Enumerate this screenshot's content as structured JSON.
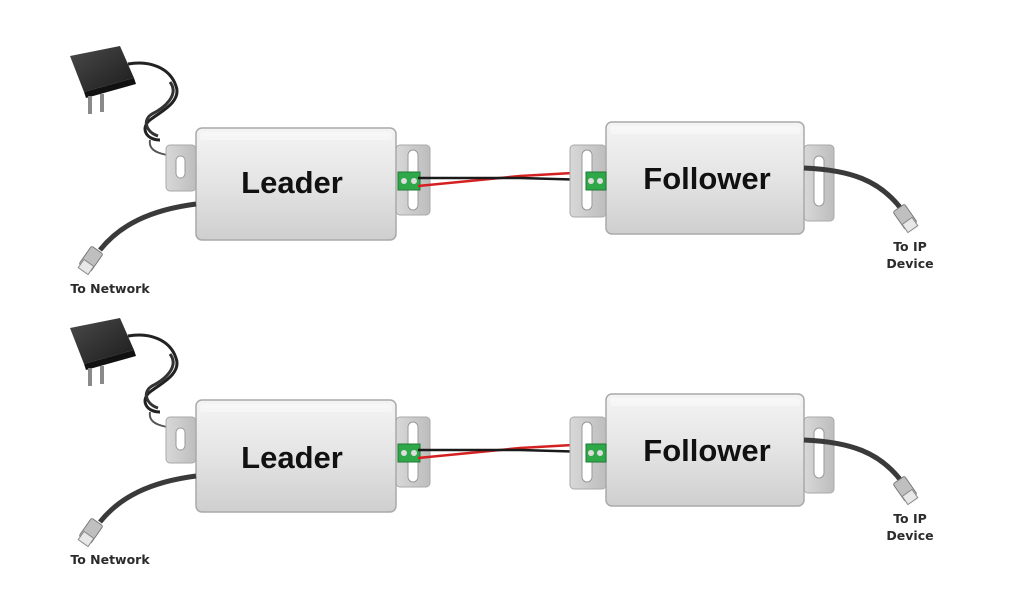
{
  "rows": [
    {
      "leader_label": "Leader",
      "follower_label": "Follower",
      "network_label": "To Network",
      "ip_label_line1": "To IP",
      "ip_label_line2": "Device"
    },
    {
      "leader_label": "Leader",
      "follower_label": "Follower",
      "network_label": "To Network",
      "ip_label_line1": "To IP",
      "ip_label_line2": "Device"
    }
  ],
  "colors": {
    "housing": "#e6e6e6",
    "housing_edge": "#a9a9a9",
    "terminal": "#2fa84a",
    "wire_red": "#d42020",
    "wire_black": "#1a1a1a",
    "cable": "#3a3a3a",
    "adapter": "#2a2a2a"
  },
  "icons": [
    "power-adapter-icon",
    "ethernet-plug-icon",
    "terminal-block-icon"
  ]
}
